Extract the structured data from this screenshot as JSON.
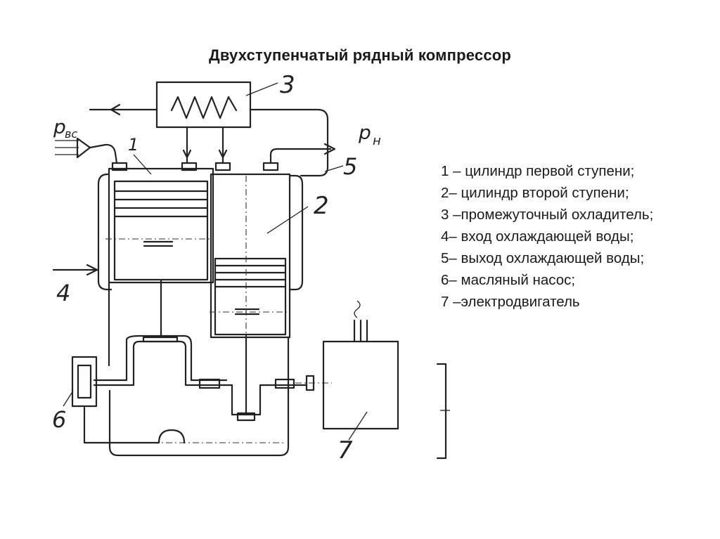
{
  "title": "Двухступенчатый рядный компрессор",
  "legend": [
    "1 – цилиндр первой ступени;",
    "2– цилиндр второй ступени;",
    "3 –промежуточный охладитель;",
    "4– вход охлаждающей воды;",
    "5– выход охлаждающей воды;",
    "6– масляный насос;",
    "7 –электродвигатель"
  ],
  "diagram": {
    "callouts": [
      "1",
      "2",
      "3",
      "4",
      "5",
      "6",
      "7"
    ],
    "pressure_in": "p",
    "pressure_in_sub": "вс",
    "pressure_out": "p",
    "pressure_out_sub": "н"
  }
}
